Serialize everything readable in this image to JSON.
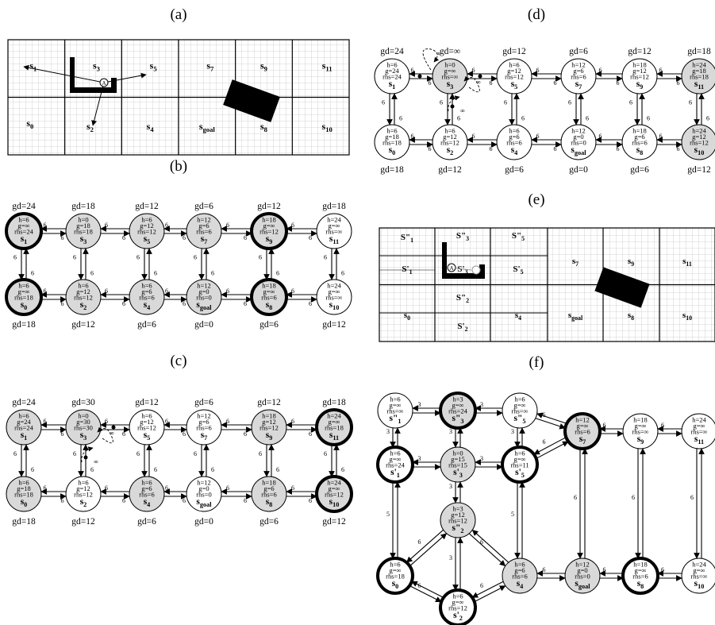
{
  "subfigures": {
    "a": {
      "label": "(a)"
    },
    "b": {
      "label": "(b)"
    },
    "c": {
      "label": "(c)"
    },
    "d": {
      "label": "(d)"
    },
    "e": {
      "label": "(e)"
    },
    "f": {
      "label": "(f)"
    }
  },
  "grid_a": {
    "cells": [
      {
        "n": "s",
        "sub": "1"
      },
      {
        "n": "s",
        "sub": "3"
      },
      {
        "n": "s",
        "sub": "5"
      },
      {
        "n": "s",
        "sub": "7"
      },
      {
        "n": "s",
        "sub": "9"
      },
      {
        "n": "s",
        "sub": "11"
      },
      {
        "n": "s",
        "sub": "0"
      },
      {
        "n": "s",
        "sub": "2"
      },
      {
        "n": "s",
        "sub": "4"
      },
      {
        "n": "s",
        "sub": "goal"
      },
      {
        "n": "s",
        "sub": "8"
      },
      {
        "n": "s",
        "sub": "10"
      }
    ],
    "agent": "A"
  },
  "grid_e": {
    "cells": [
      {
        "n": "S\"",
        "sub": "1"
      },
      {
        "n": "S\"",
        "sub": "3"
      },
      {
        "n": "S\"",
        "sub": "5"
      },
      {
        "n": "S'",
        "sub": "1"
      },
      {
        "n": "S'",
        "sub": "3"
      },
      {
        "n": "S'",
        "sub": "5"
      },
      {
        "n": "S\"",
        "sub": "2"
      },
      {
        "n": "S'",
        "sub": "2"
      },
      {
        "n": "s",
        "sub": "7"
      },
      {
        "n": "s",
        "sub": "9"
      },
      {
        "n": "s",
        "sub": "11"
      },
      {
        "n": "s",
        "sub": "0"
      },
      {
        "n": "s",
        "sub": "4"
      },
      {
        "n": "s",
        "sub": "goal"
      },
      {
        "n": "s",
        "sub": "8"
      },
      {
        "n": "s",
        "sub": "10"
      }
    ],
    "agent": "A"
  },
  "graph_b": {
    "top_gd": [
      "gd=24",
      "gd=18",
      "gd=12",
      "gd=6",
      "gd=12",
      "gd=18"
    ],
    "bottom_gd": [
      "gd=18",
      "gd=12",
      "gd=6",
      "gd=0",
      "gd=6",
      "gd=12"
    ],
    "edge_cost": "6",
    "nodes": [
      {
        "name": "s",
        "sub": "1",
        "h": "h=6",
        "g": "g=∞",
        "rhs": "rhs=24",
        "fill": "gray",
        "bold": true
      },
      {
        "name": "s",
        "sub": "3",
        "h": "h=0",
        "g": "g=18",
        "rhs": "rhs=18",
        "fill": "gray",
        "bold": false
      },
      {
        "name": "s",
        "sub": "5",
        "h": "h=6",
        "g": "g=12",
        "rhs": "rhs=12",
        "fill": "gray",
        "bold": false
      },
      {
        "name": "s",
        "sub": "7",
        "h": "h=12",
        "g": "g=6",
        "rhs": "rhs=6",
        "fill": "gray",
        "bold": false
      },
      {
        "name": "s",
        "sub": "9",
        "h": "h=18",
        "g": "g=∞",
        "rhs": "rhs=12",
        "fill": "gray",
        "bold": true
      },
      {
        "name": "s",
        "sub": "11",
        "h": "h=24",
        "g": "g=∞",
        "rhs": "rhs=∞",
        "fill": "white",
        "bold": false
      },
      {
        "name": "s",
        "sub": "0",
        "h": "h=6",
        "g": "g=∞",
        "rhs": "rhs=18",
        "fill": "gray",
        "bold": true
      },
      {
        "name": "s",
        "sub": "2",
        "h": "h=6",
        "g": "g=12",
        "rhs": "rhs=12",
        "fill": "gray",
        "bold": false
      },
      {
        "name": "s",
        "sub": "4",
        "h": "h=6",
        "g": "g=6",
        "rhs": "rhs=6",
        "fill": "gray",
        "bold": false
      },
      {
        "name": "s",
        "sub": "goal",
        "h": "h=12",
        "g": "g=0",
        "rhs": "rhs=0",
        "fill": "gray",
        "bold": false
      },
      {
        "name": "s",
        "sub": "8",
        "h": "h=18",
        "g": "g=∞",
        "rhs": "rhs=6",
        "fill": "gray",
        "bold": true
      },
      {
        "name": "s",
        "sub": "10",
        "h": "h=24",
        "g": "g=∞",
        "rhs": "rhs=∞",
        "fill": "white",
        "bold": false
      }
    ]
  },
  "graph_c": {
    "top_gd": [
      "gd=24",
      "gd=30",
      "gd=12",
      "gd=6",
      "gd=12",
      "gd=18"
    ],
    "bottom_gd": [
      "gd=18",
      "gd=12",
      "gd=6",
      "gd=0",
      "gd=6",
      "gd=12"
    ],
    "edge_cost": "6",
    "inf_label": "∞",
    "nodes": [
      {
        "name": "s",
        "sub": "1",
        "h": "h=6",
        "g": "g=24",
        "rhs": "rhs=24",
        "fill": "gray",
        "bold": false
      },
      {
        "name": "s",
        "sub": "3",
        "h": "h=0",
        "g": "g=30",
        "rhs": "rhs=30",
        "fill": "gray",
        "bold": false
      },
      {
        "name": "s",
        "sub": "5",
        "h": "h=6",
        "g": "g=12",
        "rhs": "rhs=12",
        "fill": "white",
        "bold": false
      },
      {
        "name": "s",
        "sub": "7",
        "h": "h=12",
        "g": "g=6",
        "rhs": "rhs=6",
        "fill": "white",
        "bold": false
      },
      {
        "name": "s",
        "sub": "9",
        "h": "h=18",
        "g": "g=12",
        "rhs": "rhs=12",
        "fill": "gray",
        "bold": false
      },
      {
        "name": "s",
        "sub": "11",
        "h": "h=24",
        "g": "g=∞",
        "rhs": "rhs=18",
        "fill": "gray",
        "bold": true
      },
      {
        "name": "s",
        "sub": "0",
        "h": "h=6",
        "g": "g=18",
        "rhs": "rhs=18",
        "fill": "gray",
        "bold": false
      },
      {
        "name": "s",
        "sub": "2",
        "h": "h=6",
        "g": "g=12",
        "rhs": "rhs=12",
        "fill": "white",
        "bold": false
      },
      {
        "name": "s",
        "sub": "4",
        "h": "h=6",
        "g": "g=6",
        "rhs": "rhs=6",
        "fill": "gray",
        "bold": false
      },
      {
        "name": "s",
        "sub": "goal",
        "h": "h=12",
        "g": "g=0",
        "rhs": "rhs=0",
        "fill": "white",
        "bold": false
      },
      {
        "name": "s",
        "sub": "8",
        "h": "h=18",
        "g": "g=6",
        "rhs": "rhs=6",
        "fill": "gray",
        "bold": false
      },
      {
        "name": "s",
        "sub": "10",
        "h": "h=24",
        "g": "g=∞",
        "rhs": "rhs=12",
        "fill": "gray",
        "bold": true
      }
    ]
  },
  "graph_d": {
    "top_gd": [
      "gd=24",
      "gd=∞",
      "gd=12",
      "gd=6",
      "gd=12",
      "gd=18"
    ],
    "bottom_gd": [
      "gd=18",
      "gd=12",
      "gd=6",
      "gd=0",
      "gd=6",
      "gd=12"
    ],
    "edge_cost": "6",
    "inf_label": "∞",
    "nodes": [
      {
        "name": "s",
        "sub": "1",
        "h": "h=6",
        "g": "g=24",
        "rhs": "rhs=24",
        "fill": "white",
        "bold": false
      },
      {
        "name": "s",
        "sub": "3",
        "h": "h=0",
        "g": "g=∞",
        "rhs": "rhs=∞",
        "fill": "gray",
        "bold": false
      },
      {
        "name": "s",
        "sub": "5",
        "h": "h=6",
        "g": "g=12",
        "rhs": "rhs=12",
        "fill": "white",
        "bold": false
      },
      {
        "name": "s",
        "sub": "7",
        "h": "h=12",
        "g": "g=6",
        "rhs": "rhs=6",
        "fill": "white",
        "bold": false
      },
      {
        "name": "s",
        "sub": "9",
        "h": "h=18",
        "g": "g=12",
        "rhs": "rhs=12",
        "fill": "white",
        "bold": false
      },
      {
        "name": "s",
        "sub": "11",
        "h": "h=24",
        "g": "g=18",
        "rhs": "rhs=18",
        "fill": "gray",
        "bold": false
      },
      {
        "name": "s",
        "sub": "0",
        "h": "h=6",
        "g": "g=18",
        "rhs": "rhs=18",
        "fill": "white",
        "bold": false
      },
      {
        "name": "s",
        "sub": "2",
        "h": "h=6",
        "g": "g=12",
        "rhs": "rhs=12",
        "fill": "white",
        "bold": false
      },
      {
        "name": "s",
        "sub": "4",
        "h": "h=6",
        "g": "g=6",
        "rhs": "rhs=6",
        "fill": "white",
        "bold": false
      },
      {
        "name": "s",
        "sub": "goal",
        "h": "h=12",
        "g": "g=0",
        "rhs": "rhs=0",
        "fill": "white",
        "bold": false
      },
      {
        "name": "s",
        "sub": "8",
        "h": "h=18",
        "g": "g=6",
        "rhs": "rhs=6",
        "fill": "white",
        "bold": false
      },
      {
        "name": "s",
        "sub": "10",
        "h": "h=24",
        "g": "g=12",
        "rhs": "rhs=12",
        "fill": "gray",
        "bold": false
      }
    ]
  },
  "graph_f": {
    "nodes": [
      {
        "name": "s\"",
        "sub": "1",
        "h": "h=6",
        "g": "g=∞",
        "rhs": "rhs=∞",
        "fill": "white",
        "bold": false
      },
      {
        "name": "s\"",
        "sub": "3",
        "h": "h=3",
        "g": "g=∞",
        "rhs": "rhs=24",
        "fill": "gray",
        "bold": true
      },
      {
        "name": "s\"",
        "sub": "5",
        "h": "h=6",
        "g": "g=∞",
        "rhs": "rhs=∞",
        "fill": "white",
        "bold": false
      },
      {
        "name": "s'",
        "sub": "1",
        "h": "h=6",
        "g": "g=∞",
        "rhs": "rhs=24",
        "fill": "white",
        "bold": true
      },
      {
        "name": "s'",
        "sub": "3",
        "h": "h=0",
        "g": "g=15",
        "rhs": "rhs=15",
        "fill": "gray",
        "bold": false
      },
      {
        "name": "s'",
        "sub": "5",
        "h": "h=6",
        "g": "g=∞",
        "rhs": "rhs=11",
        "fill": "white",
        "bold": true
      },
      {
        "name": "s\"",
        "sub": "2",
        "h": "h=3",
        "g": "g=12",
        "rhs": "rhs=12",
        "fill": "gray",
        "bold": false
      },
      {
        "name": "s",
        "sub": "0",
        "h": "h=6",
        "g": "g=∞",
        "rhs": "rhs=18",
        "fill": "white",
        "bold": true
      },
      {
        "name": "s",
        "sub": "4",
        "h": "h=6",
        "g": "g=6",
        "rhs": "rhs=6",
        "fill": "gray",
        "bold": false
      },
      {
        "name": "s'",
        "sub": "2",
        "h": "h=6",
        "g": "g=∞",
        "rhs": "rhs=12",
        "fill": "white",
        "bold": true
      },
      {
        "name": "s",
        "sub": "7",
        "h": "h=12",
        "g": "g=∞",
        "rhs": "rhs=6",
        "fill": "gray",
        "bold": true
      },
      {
        "name": "s",
        "sub": "9",
        "h": "h=18",
        "g": "g=∞",
        "rhs": "rhs=∞",
        "fill": "white",
        "bold": false
      },
      {
        "name": "s",
        "sub": "11",
        "h": "h=24",
        "g": "g=∞",
        "rhs": "rhs=∞",
        "fill": "white",
        "bold": false
      },
      {
        "name": "s",
        "sub": "goal",
        "h": "h=12",
        "g": "g=0",
        "rhs": "rhs=0",
        "fill": "gray",
        "bold": false
      },
      {
        "name": "s",
        "sub": "8",
        "h": "h=18",
        "g": "g=∞",
        "rhs": "rhs=6",
        "fill": "white",
        "bold": true
      },
      {
        "name": "s",
        "sub": "10",
        "h": "h=24",
        "g": "g=∞",
        "rhs": "rhs=∞",
        "fill": "white",
        "bold": false
      }
    ],
    "edges": [
      {
        "a": 0,
        "b": 1,
        "w": "3"
      },
      {
        "a": 1,
        "b": 2,
        "w": "3"
      },
      {
        "a": 0,
        "b": 3,
        "w": "3"
      },
      {
        "a": 1,
        "b": 4,
        "w": "3"
      },
      {
        "a": 2,
        "b": 5,
        "w": "3"
      },
      {
        "a": 3,
        "b": 4,
        "w": "3"
      },
      {
        "a": 4,
        "b": 5,
        "w": "3"
      },
      {
        "a": 4,
        "b": 6,
        "w": "3"
      },
      {
        "a": 3,
        "b": 7,
        "w": "5"
      },
      {
        "a": 5,
        "b": 8,
        "w": "5"
      },
      {
        "a": 6,
        "b": 7,
        "w": "6"
      },
      {
        "a": 6,
        "b": 8,
        "w": "6"
      },
      {
        "a": 6,
        "b": 9,
        "w": "3"
      },
      {
        "a": 7,
        "b": 9,
        "w": "6"
      },
      {
        "a": 9,
        "b": 8,
        "w": "6"
      },
      {
        "a": 2,
        "b": 10,
        "w": "6"
      },
      {
        "a": 5,
        "b": 10,
        "w": "6"
      },
      {
        "a": 10,
        "b": 11,
        "w": "6"
      },
      {
        "a": 11,
        "b": 12,
        "w": "6"
      },
      {
        "a": 8,
        "b": 13,
        "w": "6"
      },
      {
        "a": 13,
        "b": 14,
        "w": "6"
      },
      {
        "a": 14,
        "b": 15,
        "w": "6"
      },
      {
        "a": 10,
        "b": 13,
        "w": "6"
      },
      {
        "a": 11,
        "b": 14,
        "w": "6"
      },
      {
        "a": 12,
        "b": 15,
        "w": "6"
      }
    ]
  }
}
